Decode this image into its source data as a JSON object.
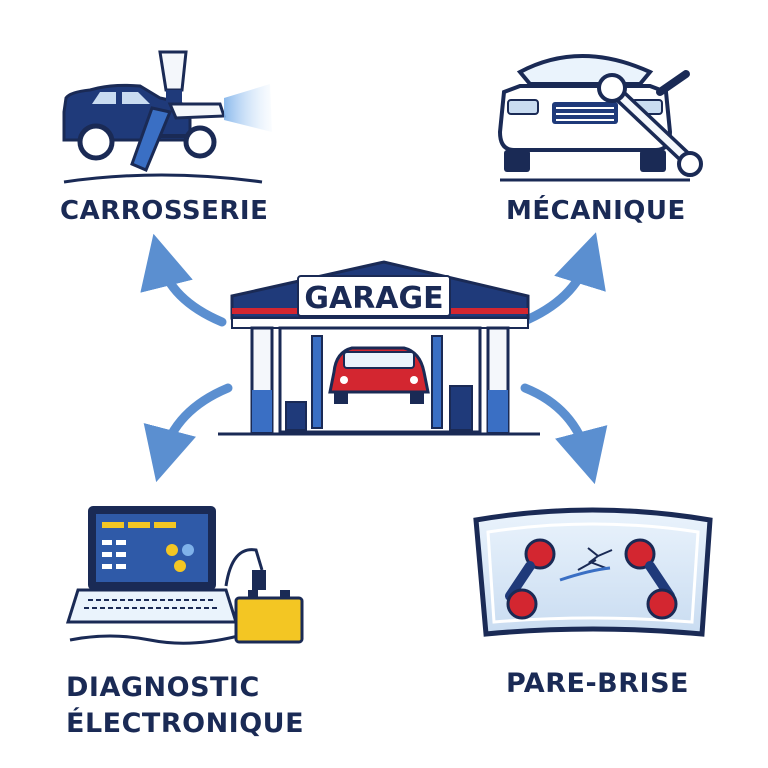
{
  "center": {
    "sign": "GARAGE"
  },
  "services": {
    "carrosserie": "CARROSSERIE",
    "mecanique": "MÉCANIQUE",
    "diagnostic_line1": "DIAGNOSTIC",
    "diagnostic_line2": "ÉLECTRONIQUE",
    "pare_brise": "PARE-BRISE"
  },
  "colors": {
    "navy": "#1a2a55",
    "blue": "#3a6fc4",
    "arrow": "#5b8fd0",
    "red": "#d32630",
    "yellow": "#f3c623"
  }
}
